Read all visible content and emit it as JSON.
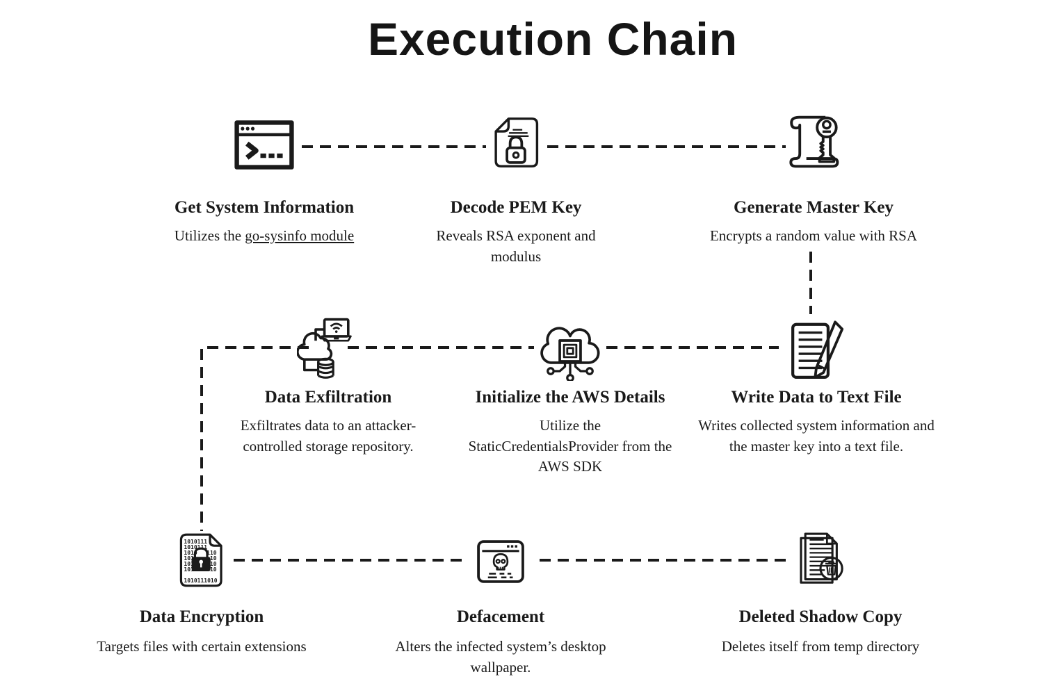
{
  "title": "Execution Chain",
  "colors": {
    "ink": "#1a1a1a",
    "background": "#ffffff"
  },
  "steps": [
    {
      "title": "Get System Information",
      "desc_prefix": "Utilizes the ",
      "desc_link": "go-sysinfo module",
      "icon": "terminal-window"
    },
    {
      "title": "Decode PEM Key",
      "desc_lines": [
        "Reveals RSA exponent and",
        "modulus"
      ],
      "icon": "locked-document"
    },
    {
      "title": "Generate Master Key",
      "desc_lines": [
        "Encrypts a random value with RSA"
      ],
      "icon": "scroll-with-key"
    },
    {
      "title": "Data Exfiltration",
      "desc_lines": [
        "Exfiltrates data to an attacker-",
        "controlled storage repository."
      ],
      "icon": "cloud-laptop-database"
    },
    {
      "title": "Initialize the AWS Details",
      "desc_lines": [
        "Utilize the",
        "StaticCredentialsProvider from the",
        "AWS SDK"
      ],
      "icon": "cloud-chip"
    },
    {
      "title": "Write Data to Text File",
      "desc_lines": [
        "Writes collected system information and",
        "the master key into a text file."
      ],
      "icon": "notepad-pencil"
    },
    {
      "title": "Data Encryption",
      "desc_lines": [
        "Targets files with certain extensions"
      ],
      "icon": "binary-document-lock"
    },
    {
      "title": "Defacement",
      "desc_lines": [
        "Alters the infected system’s desktop",
        "wallpaper."
      ],
      "icon": "browser-skull"
    },
    {
      "title": "Deleted Shadow Copy",
      "desc_lines": [
        "Deletes itself from temp directory"
      ],
      "icon": "documents-trash"
    }
  ],
  "binary_rows": [
    {
      "l": "1010111"
    },
    {
      "l": "1010111"
    },
    {
      "l": "1010",
      "r": "110"
    },
    {
      "l": "101",
      "r": "10"
    },
    {
      "l": "101",
      "r": "10"
    },
    {
      "l": "101",
      "r": "10"
    },
    {
      "l": "1010111010"
    }
  ]
}
